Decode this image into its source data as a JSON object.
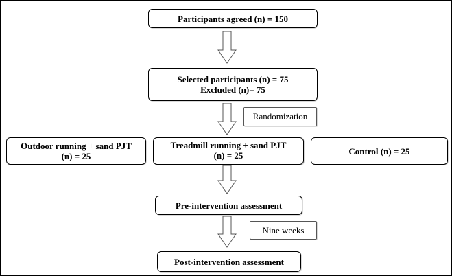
{
  "flowchart": {
    "agreed": "Participants  agreed  (n) = 150",
    "selected_line1": "Selected participants  (n) = 75",
    "selected_line2": "Excluded  (n)= 75",
    "randomization": "Randomization",
    "group_outdoor_line1": "Outdoor running  + sand PJT",
    "group_outdoor_line2": "(n)  = 25",
    "group_treadmill_line1": "Treadmill  running  + sand PJT",
    "group_treadmill_line2": "(n)  = 25",
    "group_control": "Control  (n) = 25",
    "pre_assessment": "Pre-intervention  assessment",
    "duration": "Nine weeks",
    "post_assessment": "Post-intervention  assessment"
  }
}
